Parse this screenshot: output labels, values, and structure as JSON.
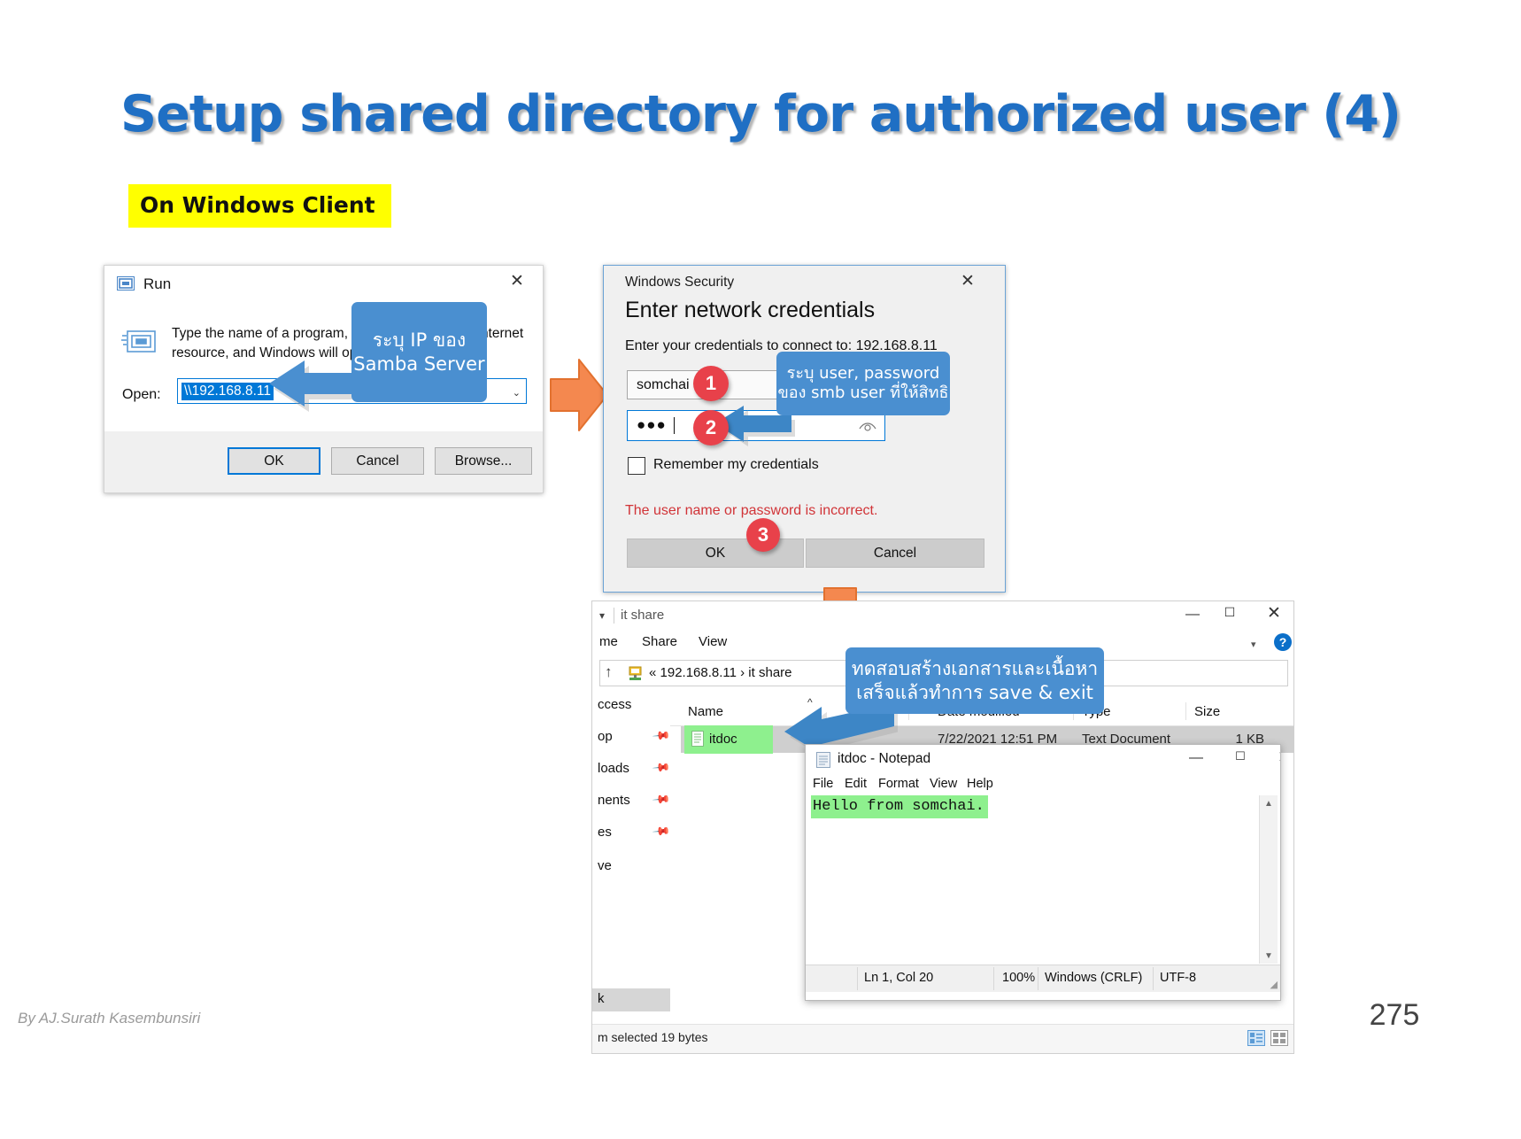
{
  "slide": {
    "title": "Setup shared directory for authorized user (4)",
    "subtitle": "On Windows Client",
    "footer_author": "By AJ.Surath Kasembunsiri",
    "page_number": "275",
    "title_color": "#1F6FC4",
    "highlight_color": "#FFFF00"
  },
  "run_dialog": {
    "title": "Run",
    "close_label": "✕",
    "description": "Type the name of a program, folder, document, or Internet resource, and Windows will open it for you.",
    "open_label": "Open:",
    "open_value": "\\\\192.168.8.11",
    "combo_arrow": "⌄",
    "buttons": {
      "ok": "OK",
      "cancel": "Cancel",
      "browse": "Browse..."
    }
  },
  "security_dialog": {
    "app_name": "Windows Security",
    "heading": "Enter network credentials",
    "close_label": "✕",
    "prompt": "Enter your credentials to connect to: 192.168.8.11",
    "username_value": "somchai",
    "password_value": "●●●",
    "remember_label": "Remember my credentials",
    "error_text": "The user name or password is incorrect.",
    "buttons": {
      "ok": "OK",
      "cancel": "Cancel"
    }
  },
  "callouts": {
    "ip": {
      "line1": "ระบุ IP ของ",
      "line2": "Samba Server"
    },
    "credentials": {
      "line1": "ระบุ user, password",
      "line2": "ของ smb user ที่ให้สิทธิ"
    },
    "save": {
      "line1": "ทดสอบสร้างเอกสารและเนื้อหา",
      "line2": "เสร็จแล้วทำการ save & exit"
    },
    "badge_color": "#E8414A",
    "callout_color": "#4A8FD0",
    "badges": [
      "1",
      "2",
      "3"
    ]
  },
  "explorer": {
    "window_title": "it share",
    "tabs": [
      "Home",
      "Share",
      "View"
    ],
    "tabs_visible": [
      "me",
      "Share",
      "View"
    ],
    "up_arrow": "↑",
    "breadcrumb": "«  192.168.8.11  ›  it share",
    "help_icon": "?",
    "min_label": "—",
    "max_label": "☐",
    "close_label": "✕",
    "columns": [
      "Name",
      "Date modified",
      "Type",
      "Size"
    ],
    "rows": [
      {
        "name": "itdoc",
        "date_modified": "7/22/2021 12:51 PM",
        "type": "Text Document",
        "size": "1 KB"
      }
    ],
    "nav_items": [
      "ccess",
      "op",
      "loads",
      "nents",
      "es",
      "ve",
      "k"
    ],
    "status_text": "m selected  19 bytes"
  },
  "notepad": {
    "title": "itdoc - Notepad",
    "menus": [
      "File",
      "Edit",
      "Format",
      "View",
      "Help"
    ],
    "content": "Hello from somchai.",
    "min_label": "—",
    "max_label": "☐",
    "close_label": "✕",
    "status": {
      "position": "Ln 1, Col 20",
      "zoom": "100%",
      "line_ending": "Windows (CRLF)",
      "encoding": "UTF-8"
    }
  }
}
